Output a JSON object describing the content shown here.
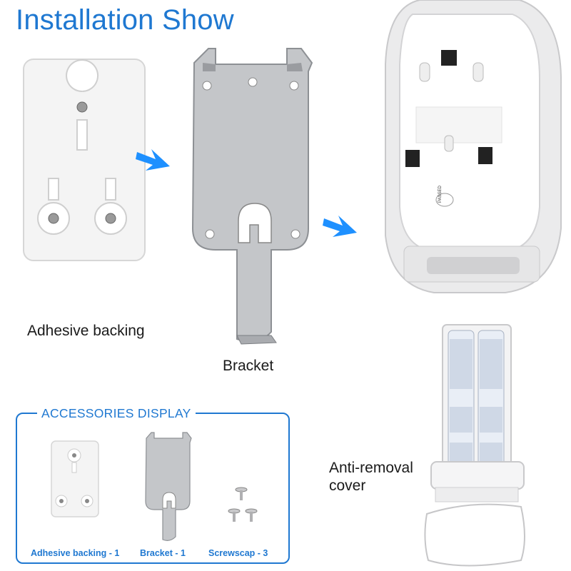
{
  "title": "Installation Show",
  "labels": {
    "adhesive_backing": "Adhesive backing",
    "bracket": "Bracket",
    "anti_removal": "Anti-removal",
    "cover": "cover"
  },
  "accessories": {
    "title": "ACCESSORIES DISPLAY",
    "items": [
      {
        "label": "Adhesive backing - 1"
      },
      {
        "label": "Bracket - 1"
      },
      {
        "label": "Screwscap - 3"
      }
    ]
  },
  "device": {
    "stamp": "PASSED"
  },
  "colors": {
    "accent": "#1f78d1",
    "arrow": "#1e90ff",
    "metal": "#c4c6c9"
  }
}
